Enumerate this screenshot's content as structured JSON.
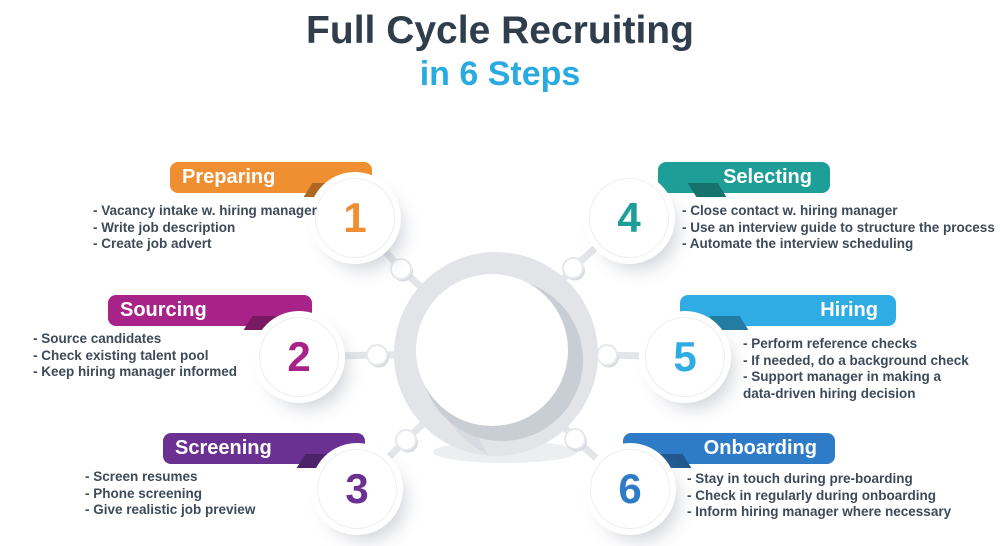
{
  "title": {
    "line1": "Full Cycle Recruiting",
    "line2": "in 6 Steps"
  },
  "colors": {
    "title_dark": "#2F3D4D",
    "subtitle_blue": "#29ABE2",
    "bullet_text": "#3E4A58",
    "ring_gray": "#E2E4E8",
    "ring_shadow": "#C9CDD4"
  },
  "steps": [
    {
      "number": "1",
      "label": "Preparing",
      "color": "#EF8F31",
      "lines": [
        "- Vacancy intake w. hiring manager",
        "- Write job description",
        "- Create job advert"
      ]
    },
    {
      "number": "2",
      "label": "Sourcing",
      "color": "#A82387",
      "lines": [
        "- Source candidates",
        "- Check existing talent pool",
        "- Keep hiring manager informed"
      ]
    },
    {
      "number": "3",
      "label": "Screening",
      "color": "#6A3192",
      "lines": [
        "- Screen resumes",
        "- Phone screening",
        "- Give realistic job preview"
      ]
    },
    {
      "number": "4",
      "label": "Selecting",
      "color": "#1D9E97",
      "lines": [
        "- Close contact w. hiring manager",
        "- Use an interview guide to structure the process",
        "- Automate the interview scheduling"
      ]
    },
    {
      "number": "5",
      "label": "Hiring",
      "color": "#2FACE3",
      "lines": [
        "- Perform reference checks",
        "- If needed, do a background check",
        "- Support manager in making a",
        "data-driven hiring decision"
      ]
    },
    {
      "number": "6",
      "label": "Onboarding",
      "color": "#2E7CC7",
      "lines": [
        "- Stay in touch during pre-boarding",
        "- Check in regularly during onboarding",
        "- Inform hiring manager where necessary"
      ]
    }
  ]
}
